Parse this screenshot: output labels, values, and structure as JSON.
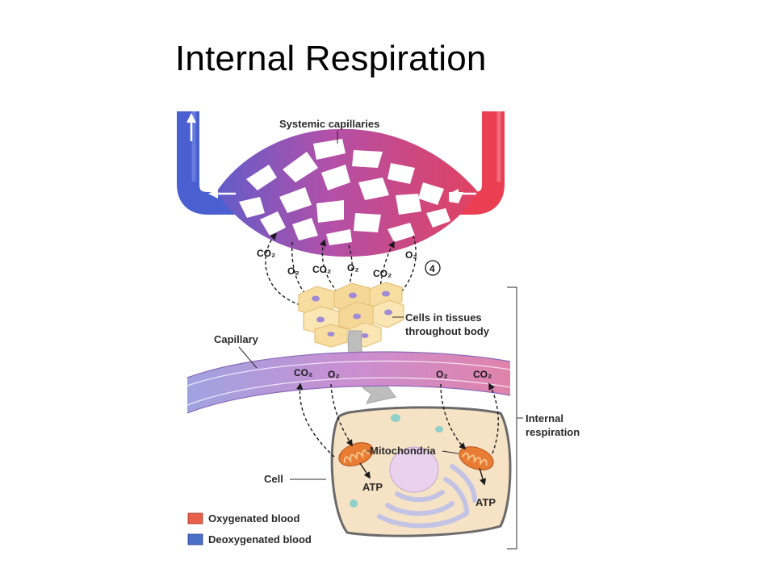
{
  "title": "Internal Respiration",
  "labels": {
    "systemic_capillaries": "Systemic capillaries",
    "step_number": "4",
    "cells_line1": "Cells in tissues",
    "cells_line2": "throughout body",
    "capillary": "Capillary",
    "internal_line1": "Internal",
    "internal_line2": "respiration",
    "mitochondria": "Mitochondria",
    "cell": "Cell",
    "atp": "ATP"
  },
  "gases": {
    "co2": "CO₂",
    "o2": "O₂"
  },
  "legend": [
    {
      "label": "Oxygenated blood",
      "color": "#e8604a"
    },
    {
      "label": "Deoxygenated blood",
      "color": "#4a6fc8"
    }
  ],
  "colors": {
    "oxygenated": "#e84055",
    "deoxygenated": "#4a5fd0",
    "mixed": "#b0509a",
    "cell_fill": "#f6e2c4",
    "tissue": "#f3d89a",
    "nucleus": "#ead2ee",
    "er": "#c3c3e6",
    "mitochondria": "#e87c32"
  }
}
